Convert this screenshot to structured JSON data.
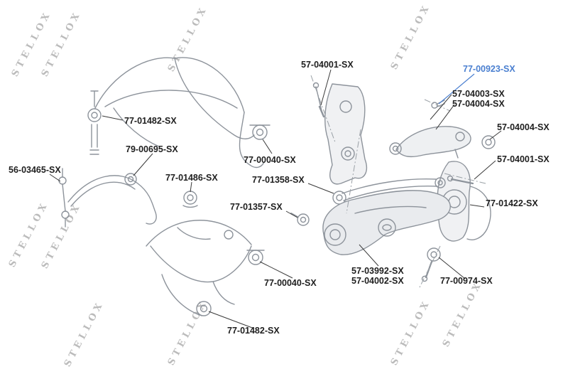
{
  "brand": "STELLOX",
  "colors": {
    "highlight": "#4a7fd0",
    "label_text": "#1f1f1f",
    "leader_line": "#3a3a3a",
    "artwork": "#8d939b",
    "watermark": "#696969"
  },
  "labels": [
    {
      "part_number": "57-04001-SX",
      "highlighted": false
    },
    {
      "part_number": "77-00923-SX",
      "highlighted": true
    },
    {
      "part_number": "57-04003-SX",
      "highlighted": false
    },
    {
      "part_number": "57-04004-SX",
      "highlighted": false
    },
    {
      "part_number": "57-04004-SX",
      "highlighted": false
    },
    {
      "part_number": "77-01482-SX",
      "highlighted": false
    },
    {
      "part_number": "79-00695-SX",
      "highlighted": false
    },
    {
      "part_number": "77-00040-SX",
      "highlighted": false
    },
    {
      "part_number": "57-04001-SX",
      "highlighted": false
    },
    {
      "part_number": "56-03465-SX",
      "highlighted": false
    },
    {
      "part_number": "77-01486-SX",
      "highlighted": false
    },
    {
      "part_number": "77-01358-SX",
      "highlighted": false
    },
    {
      "part_number": "77-01357-SX",
      "highlighted": false
    },
    {
      "part_number": "77-01422-SX",
      "highlighted": false
    },
    {
      "part_number": "77-00040-SX",
      "highlighted": false
    },
    {
      "part_number": "57-03992-SX",
      "highlighted": false
    },
    {
      "part_number": "57-04002-SX",
      "highlighted": false
    },
    {
      "part_number": "77-00974-SX",
      "highlighted": false
    },
    {
      "part_number": "77-01482-SX",
      "highlighted": false
    }
  ]
}
